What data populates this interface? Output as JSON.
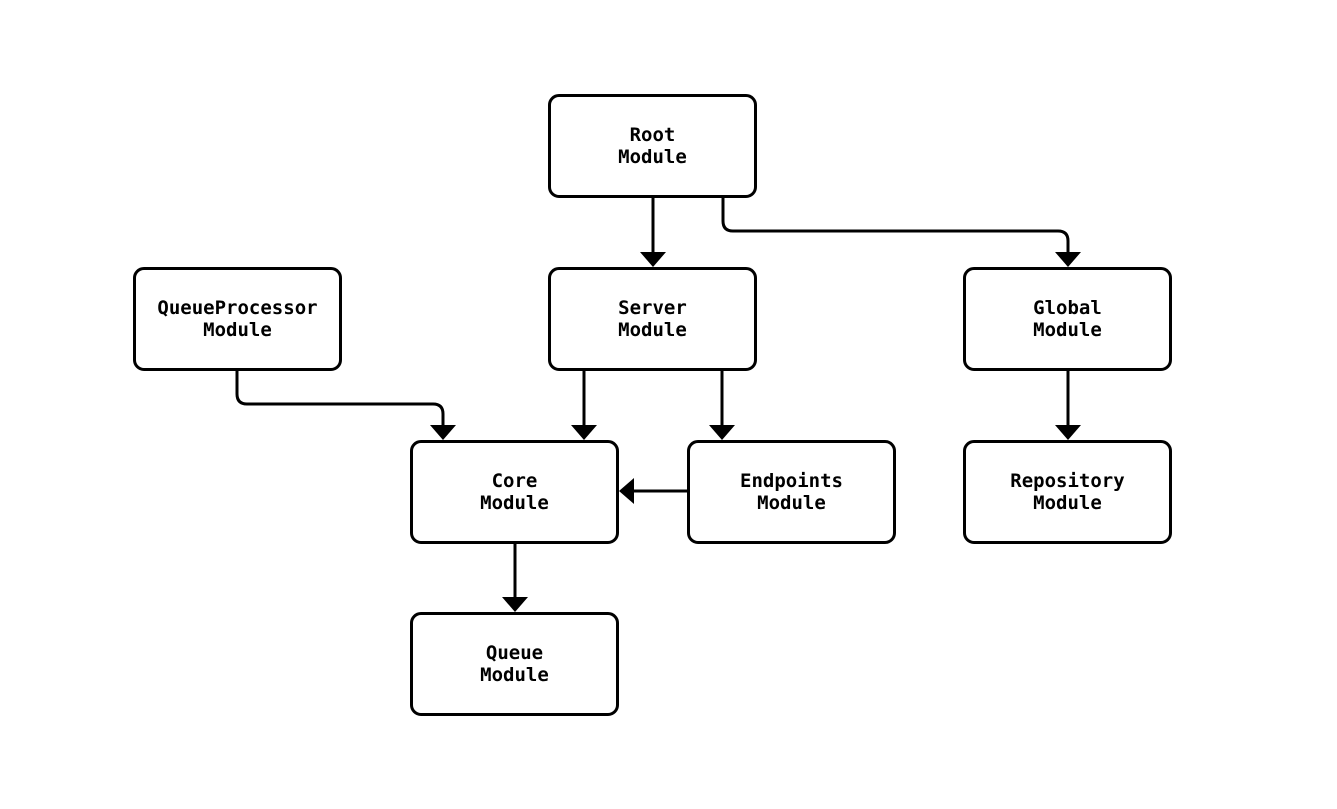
{
  "diagram": {
    "kind": "module-dependency-flowchart",
    "background_color": "#ffffff",
    "line_color": "#000000",
    "node_fill_color": "#ffffff",
    "text_color": "#000000",
    "nodes": {
      "root": {
        "label": "Root\nModule"
      },
      "server": {
        "label": "Server\nModule"
      },
      "global": {
        "label": "Global\nModule"
      },
      "queueprocessor": {
        "label": "QueueProcessor\nModule"
      },
      "core": {
        "label": "Core\nModule"
      },
      "endpoints": {
        "label": "Endpoints\nModule"
      },
      "repository": {
        "label": "Repository\nModule"
      },
      "queue": {
        "label": "Queue\nModule"
      }
    },
    "edges": [
      {
        "from": "Root Module",
        "to": "Server Module"
      },
      {
        "from": "Root Module",
        "to": "Global Module"
      },
      {
        "from": "QueueProcessor Module",
        "to": "Core Module"
      },
      {
        "from": "Server Module",
        "to": "Core Module"
      },
      {
        "from": "Server Module",
        "to": "Endpoints Module"
      },
      {
        "from": "Endpoints Module",
        "to": "Core Module"
      },
      {
        "from": "Global Module",
        "to": "Repository Module"
      },
      {
        "from": "Core Module",
        "to": "Queue Module"
      }
    ]
  }
}
